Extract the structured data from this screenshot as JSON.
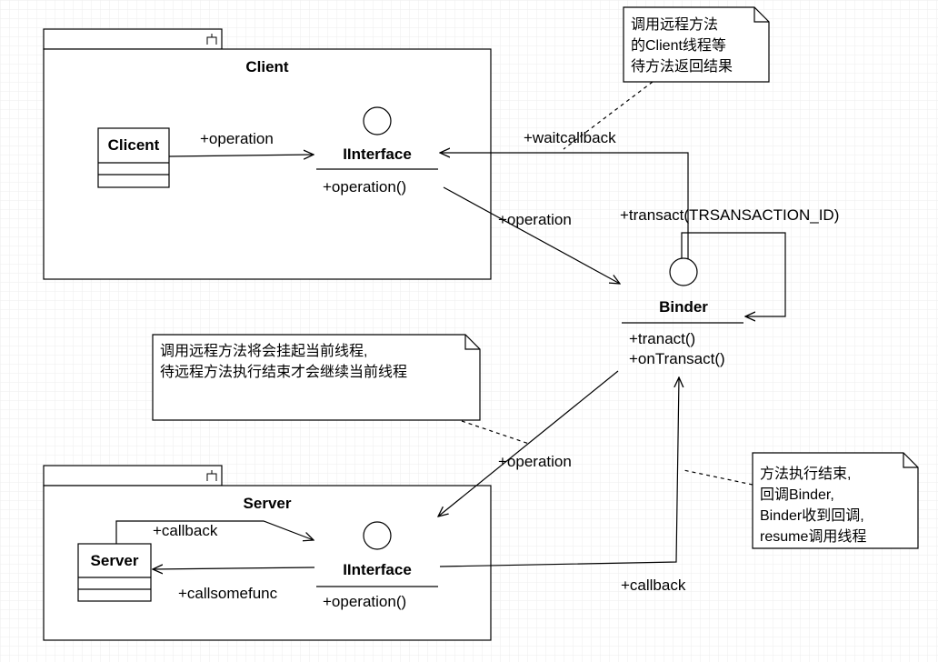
{
  "colors": {
    "grid": "#eeeeee",
    "line": "#000000",
    "background": "#ffffff"
  },
  "client_package": {
    "title": "Client"
  },
  "server_package": {
    "title": "Server"
  },
  "client_class": {
    "name": "Clicent"
  },
  "server_class": {
    "name": "Server"
  },
  "client_interface": {
    "name": "IInterface",
    "method": "+operation()"
  },
  "server_interface": {
    "name": "IInterface",
    "method": "+operation()"
  },
  "binder": {
    "name": "Binder",
    "methods": [
      "+tranact()",
      "+onTransact()"
    ]
  },
  "edges": {
    "client_operation": "+operation",
    "waitcallback": "+waitcallback",
    "transact": "+transact(TRSANSACTION_ID)",
    "interface_to_binder": "+operation",
    "binder_to_server": "+operation",
    "server_callback": "+callback",
    "callsomefunc": "+callsomefunc",
    "callback_to_binder": "+callback"
  },
  "notes": {
    "client_wait": [
      "调用远程方法",
      "的Client线程等",
      "待方法返回结果"
    ],
    "suspend": [
      "调用远程方法将会挂起当前线程,",
      "待远程方法执行结束才会继续当前线程"
    ],
    "resume": [
      "方法执行结束,",
      "回调Binder,",
      "Binder收到回调,",
      "resume调用线程"
    ]
  }
}
